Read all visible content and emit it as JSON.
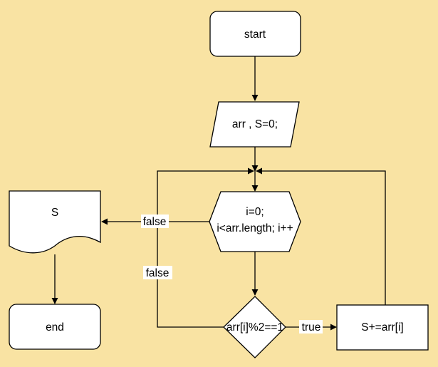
{
  "nodes": {
    "start": "start",
    "input": "arr , S=0;",
    "loop_line1": "i=0;",
    "loop_line2": "i<arr.length; i++",
    "condition": "arr[i]%2==1",
    "process": "S+=arr[i]",
    "output": "S",
    "end": "end"
  },
  "edges": {
    "loop_false": "false",
    "condition_false": "false",
    "condition_true": "true"
  },
  "colors": {
    "background": "#f9e3a3",
    "shape_fill": "#ffffff",
    "stroke": "#000000"
  }
}
